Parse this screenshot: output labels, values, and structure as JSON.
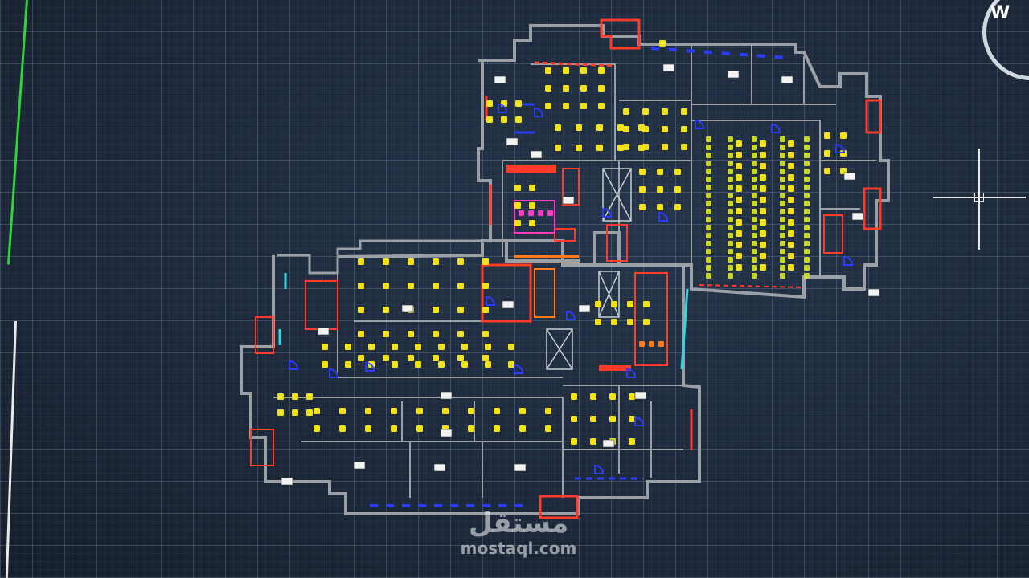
{
  "viewcube": {
    "direction_label": "W"
  },
  "watermark": {
    "arabic": "مستقل",
    "latin": "mostaql.com"
  },
  "colors": {
    "walls": "#9aa0a6",
    "fixtures": "#f2e21c",
    "doors": "#2a3cff",
    "stairs": "#ff3b2a",
    "glazing": "#36d6e0",
    "desks": "#c8d62a",
    "magenta": "#ff3cc8",
    "orange": "#ff7a1a"
  },
  "icons": [
    "crosshair-cursor-icon",
    "viewcube-ring-icon"
  ]
}
